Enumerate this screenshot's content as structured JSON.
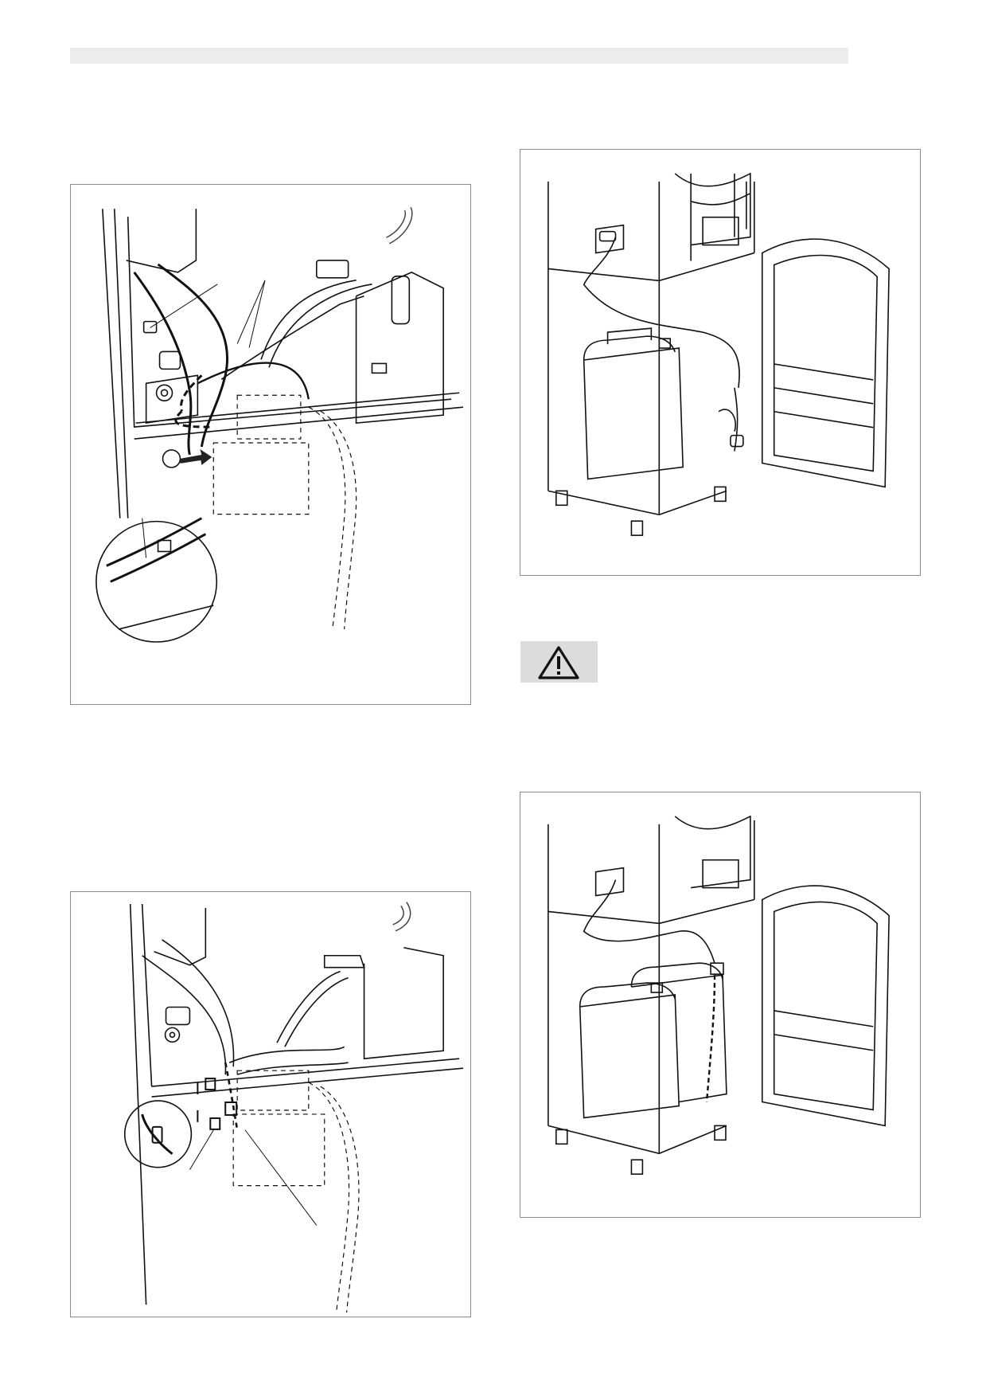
{
  "page": {
    "figures": [
      {
        "id": "disconnect-water-hose",
        "icons": [
          "hose-icon",
          "arrow-icon",
          "clamp-icon"
        ]
      },
      {
        "id": "connect-hose-adapter",
        "icons": [
          "connector-icon",
          "arrow-icon"
        ]
      },
      {
        "id": "water-tank-single",
        "icons": [
          "canister-icon",
          "cap-icon"
        ]
      },
      {
        "id": "water-tank-double",
        "icons": [
          "canister-icon"
        ]
      }
    ],
    "warning": {
      "icon": "warning-triangle-icon",
      "background": "#dcdcdc"
    }
  }
}
